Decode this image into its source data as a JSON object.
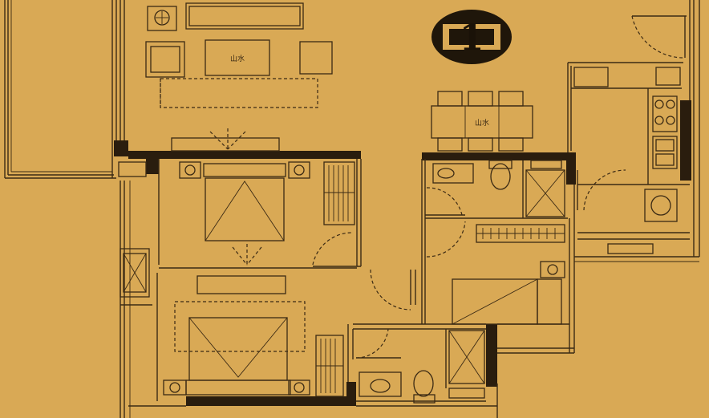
{
  "plan": {
    "unit_badge": "1",
    "room_labels": {
      "living_table": "山水",
      "dining_table": "山水"
    },
    "colors": {
      "paper": "#d9a955",
      "ink": "#2a1d0e"
    }
  }
}
